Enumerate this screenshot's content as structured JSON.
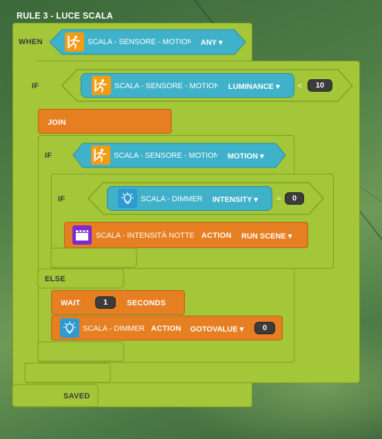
{
  "rule_title": "RULE 3 - LUCE SCALA",
  "keywords": {
    "when": "WHEN",
    "if": "IF",
    "join": "JOIN",
    "else": "ELSE",
    "wait": "WAIT",
    "seconds": "SECONDS",
    "saved": "SAVED"
  },
  "when_trigger": {
    "device": "SCALA - SENSORE - MOTION",
    "event": "ANY",
    "icon": "running-person-icon"
  },
  "if1": {
    "device": "SCALA - SENSORE - MOTION",
    "property": "LUMINANCE",
    "operator": "<",
    "value": "10",
    "icon": "running-person-icon"
  },
  "if2": {
    "device": "SCALA - SENSORE - MOTION",
    "property": "MOTION",
    "icon": "running-person-icon"
  },
  "if3": {
    "device": "SCALA - DIMMER",
    "property": "INTENSITY",
    "operator": "=",
    "value": "0",
    "icon": "lightbulb-icon"
  },
  "scene_action": {
    "device": "SCALA - INTENSITÀ NOTTE",
    "action_label": "ACTION",
    "action": "RUN SCENE",
    "icon": "clapperboard-icon"
  },
  "wait_action": {
    "value": "1"
  },
  "dimmer_action": {
    "device": "SCALA - DIMMER",
    "action_label": "ACTION",
    "action": "GOTOVALUE",
    "value": "0",
    "icon": "lightbulb-icon"
  },
  "colors": {
    "green_block": "#a4c639",
    "orange_block": "#e67e22",
    "device_pill": "#3fb1c9",
    "value_box": "#3c3c3c"
  }
}
